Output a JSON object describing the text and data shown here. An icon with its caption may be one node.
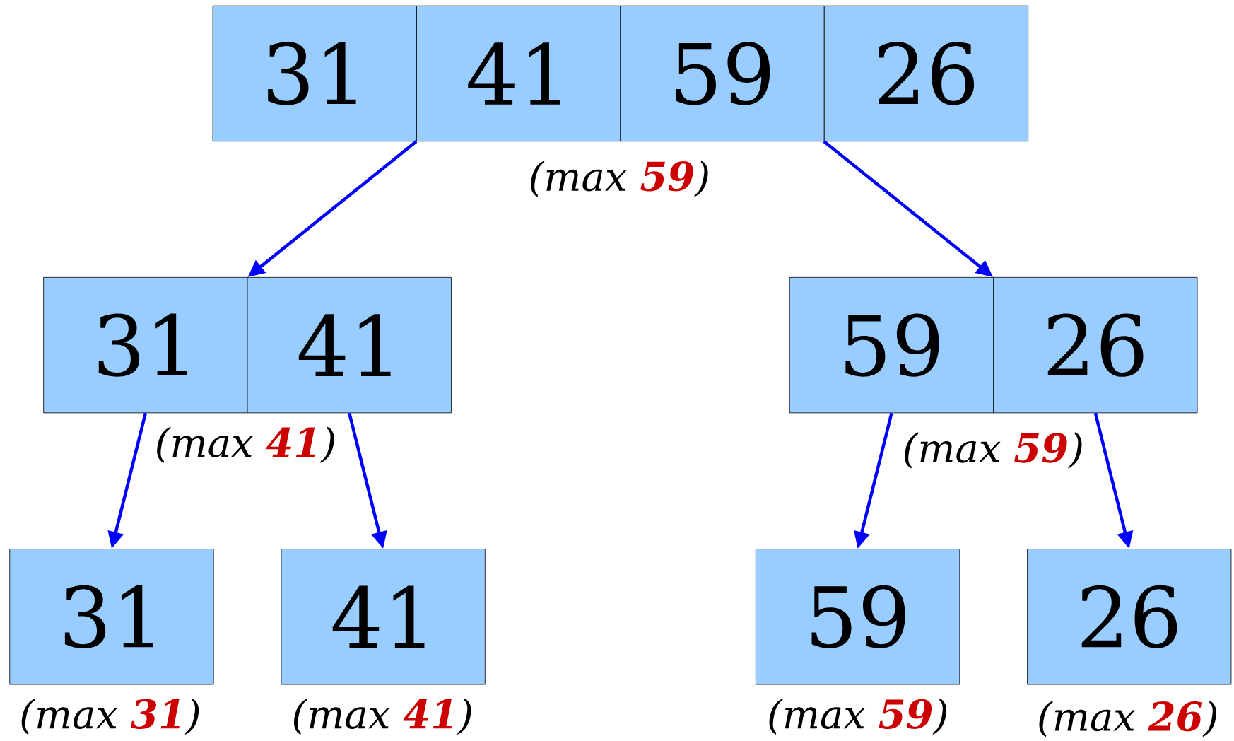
{
  "diagram": {
    "nodes": [
      {
        "text": [
          "31"
        ]
      },
      {
        "text": [
          "41"
        ]
      },
      {
        "text": [
          "59"
        ]
      },
      {
        "text": [
          "26"
        ]
      },
      {
        "text": [
          "31"
        ]
      },
      {
        "text": [
          "41"
        ]
      },
      {
        "text": [
          "59"
        ]
      },
      {
        "text": [
          "26"
        ]
      },
      {
        "text": [
          "31"
        ]
      },
      {
        "text": [
          "41"
        ]
      },
      {
        "text": [
          "59"
        ]
      },
      {
        "text": [
          "26"
        ]
      }
    ],
    "edges": [
      {
        "from": 1,
        "to": 4,
        "arrow": "to"
      },
      {
        "from": 3,
        "to": 7,
        "arrow": "to"
      },
      {
        "from": 4,
        "to": 8,
        "arrow": "to"
      },
      {
        "from": 5,
        "to": 9,
        "arrow": "to"
      },
      {
        "from": 6,
        "to": 10,
        "arrow": "to"
      },
      {
        "from": 7,
        "to": 11,
        "arrow": "to"
      }
    ],
    "labels": [
      "(max **59**)",
      "(max **41**)",
      "(max **59**)",
      "(max **31**)",
      "(max **41**)",
      "(max **59**)",
      "(max **26**)"
    ]
  }
}
